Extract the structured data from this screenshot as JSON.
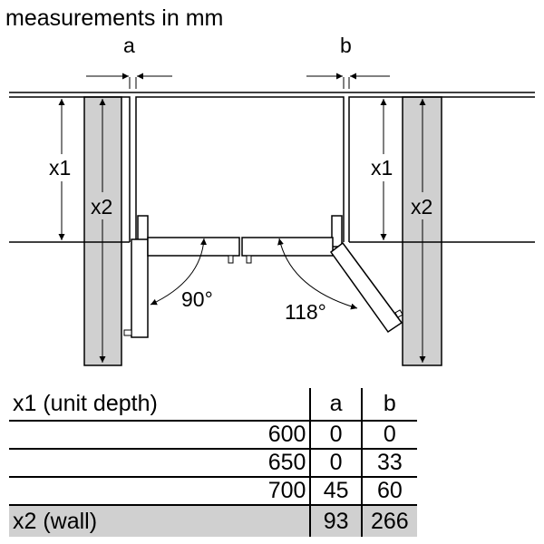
{
  "title": "measurements in mm",
  "diagram": {
    "label_a": "a",
    "label_b": "b",
    "label_x1": "x1",
    "label_x2": "x2",
    "angle_left": "90°",
    "angle_right": "118°"
  },
  "table": {
    "header": {
      "label": "x1 (unit depth)",
      "a": "a",
      "b": "b"
    },
    "rows": [
      {
        "x1": "600",
        "a": "0",
        "b": "0"
      },
      {
        "x1": "650",
        "a": "0",
        "b": "33"
      },
      {
        "x1": "700",
        "a": "45",
        "b": "60"
      }
    ],
    "wall": {
      "label": "x2 (wall)",
      "a": "93",
      "b": "266"
    }
  },
  "colors": {
    "wall_fill": "#d0d0d0",
    "line": "#000000"
  }
}
